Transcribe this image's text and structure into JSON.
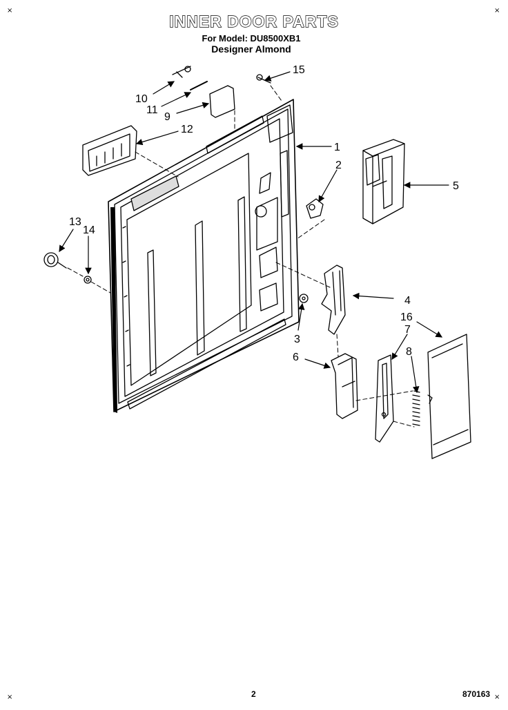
{
  "header": {
    "title": "INNER DOOR PARTS",
    "model_line": "For Model: DU8500XB1",
    "color_line": "Designer Almond"
  },
  "footer": {
    "page_number": "2",
    "doc_code": "870163"
  },
  "corner_mark": "×",
  "callouts": [
    "1",
    "2",
    "3",
    "4",
    "5",
    "6",
    "7",
    "8",
    "9",
    "10",
    "11",
    "12",
    "13",
    "14",
    "15",
    "16"
  ]
}
